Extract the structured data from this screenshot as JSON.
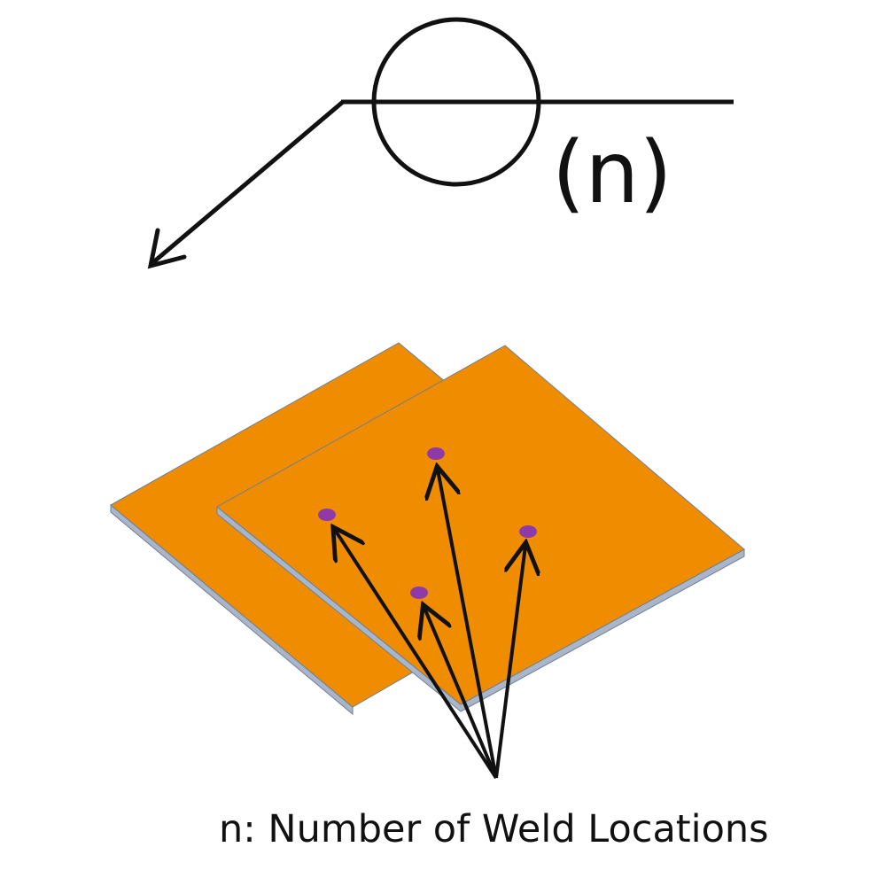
{
  "symbol": {
    "label": "(n)"
  },
  "caption": "n: Number of Weld Locations",
  "colors": {
    "line": "#111111",
    "sheet_fill": "#ef8c00",
    "sheet_edge": "#a9b6c9",
    "sheet_outline": "#6e7f96",
    "weld_spot": "#8e3aa8"
  },
  "welds": {
    "count": 4
  }
}
